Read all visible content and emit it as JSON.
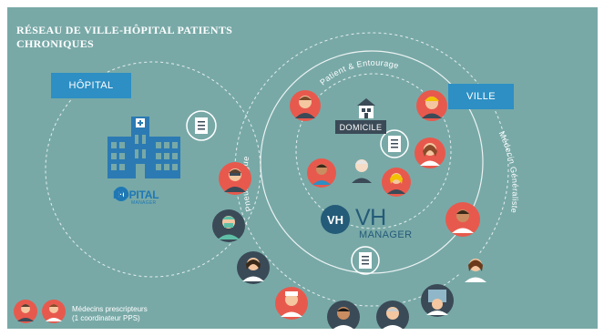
{
  "title": "RÉSEAU DE VILLE-HÔPITAL PATIENTS CHRONIQUES",
  "zones": {
    "hopital": "HÔPITAL",
    "ville": "VILLE",
    "domicile": "DOMICILE"
  },
  "arc_labels": {
    "patient": "Patient & Entourage",
    "pneumologue": "Pneumologue",
    "medecin": "Médecin Généraliste"
  },
  "hopital_logo": {
    "text": "HOPITAL",
    "sub": "MANAGER"
  },
  "vh_logo": {
    "text": "VH",
    "sub": "MANAGER"
  },
  "legend": {
    "line1": "Médecins prescripteurs",
    "line2": "(1 coordinateur PPS)"
  },
  "colors": {
    "background": "#78a9a7",
    "button": "#2d8fc4",
    "avatar_red": "#e8594d",
    "avatar_dark": "#3b4a57"
  }
}
